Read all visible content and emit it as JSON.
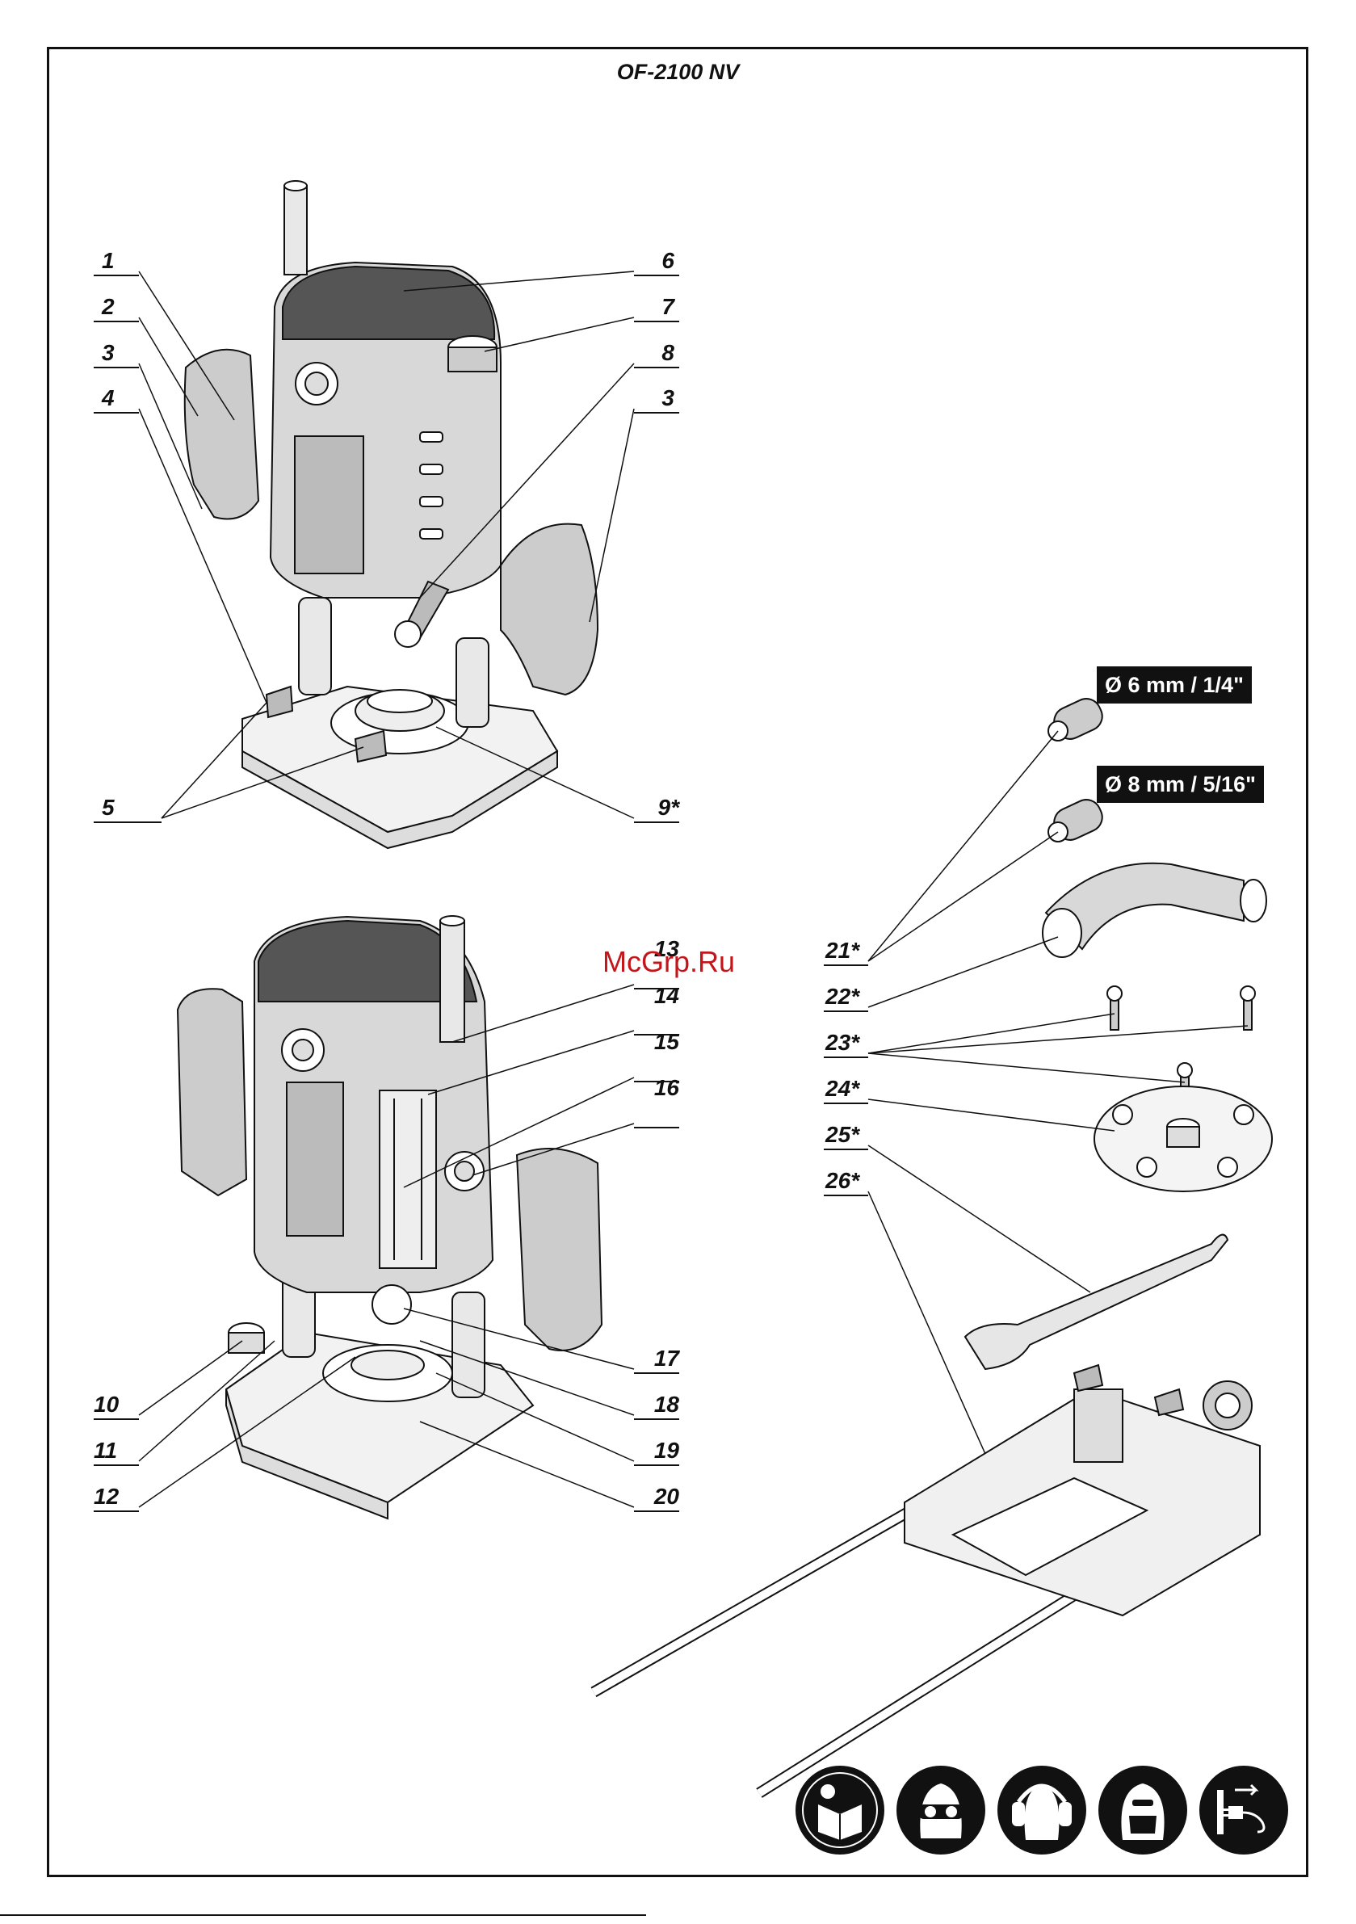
{
  "title": "OF-2100 NV",
  "watermark": "McGrp.Ru",
  "labels": {
    "n1": "1",
    "n2": "2",
    "n3a": "3",
    "n4": "4",
    "n5": "5",
    "n6": "6",
    "n7": "7",
    "n8": "8",
    "n3b": "3",
    "n9": "9*",
    "n10": "10",
    "n11": "11",
    "n12": "12",
    "n13": "13",
    "n14": "14",
    "n15": "15",
    "n16": "16",
    "n17": "17",
    "n18": "18",
    "n19": "19",
    "n20": "20",
    "n21": "21*",
    "n22": "22*",
    "n23": "23*",
    "n24": "24*",
    "n25": "25*",
    "n26": "26*"
  },
  "collet_tags": {
    "small": "Ø 6 mm / 1/4\"",
    "large": "Ø 8 mm / 5/16\""
  },
  "safety_icons": [
    "read-manual-icon",
    "safety-goggles-icon",
    "ear-protection-icon",
    "dust-mask-icon",
    "unplug-icon"
  ]
}
